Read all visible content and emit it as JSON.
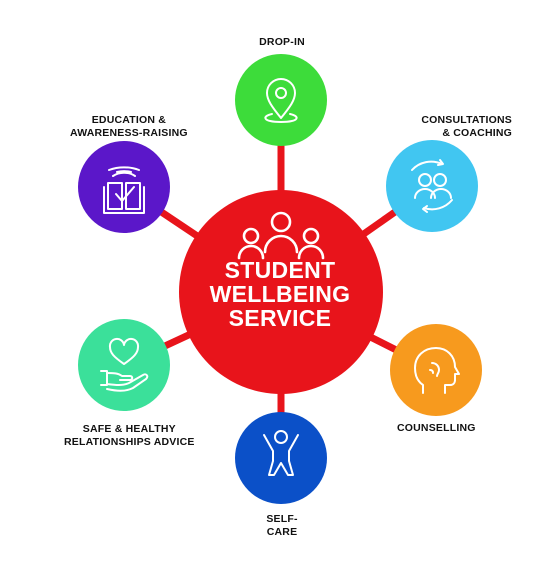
{
  "center": {
    "lines": [
      "STUDENT",
      "WELLBEING",
      "SERVICE"
    ],
    "color": "#e8141b",
    "icon": "people-group-icon"
  },
  "nodes": [
    {
      "id": "drop-in",
      "lines": [
        "DROP-IN"
      ],
      "color": "#3ddc3a",
      "icon": "location-pin-icon"
    },
    {
      "id": "consultations",
      "lines": [
        "CONSULTATIONS",
        "& COACHING"
      ],
      "color": "#41c6f1",
      "icon": "people-cycle-icon"
    },
    {
      "id": "counselling",
      "lines": [
        "COUNSELLING"
      ],
      "color": "#f79a1e",
      "icon": "head-listening-icon"
    },
    {
      "id": "self-care",
      "lines": [
        "SELF-CARE"
      ],
      "color": "#0b50c8",
      "icon": "person-arms-up-icon"
    },
    {
      "id": "safe-healthy",
      "lines": [
        "SAFE & HEALTHY",
        "RELATIONSHIPS ADVICE"
      ],
      "color": "#3be09a",
      "icon": "heart-in-hand-icon"
    },
    {
      "id": "education",
      "lines": [
        "EDUCATION &",
        "AWARENESS-RAISING"
      ],
      "color": "#5b17c9",
      "icon": "book-check-icon"
    }
  ],
  "connector_color": "#e8141b"
}
